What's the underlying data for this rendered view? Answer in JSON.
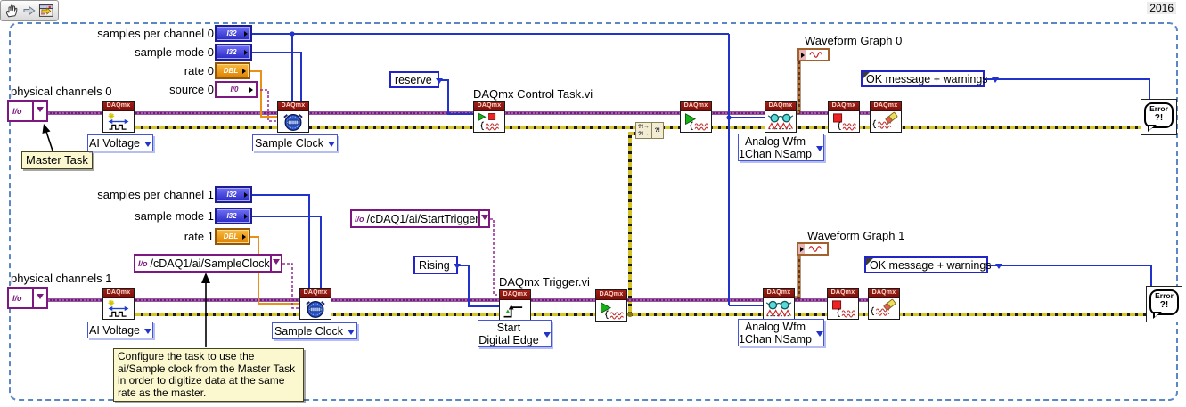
{
  "version_badge": "2016",
  "node_header_label": "DAQmx",
  "glyphs": {
    "io_control": "I/o"
  },
  "terminals": {
    "i32": "I32",
    "dbl": "DBL",
    "io": "I/0"
  },
  "labels": {
    "physical_channels_0": "physical channels 0",
    "physical_channels_1": "physical channels 1",
    "samples_per_channel_0": "samples per channel 0",
    "sample_mode_0": "sample mode 0",
    "rate_0": "rate 0",
    "source_0": "source 0",
    "samples_per_channel_1": "samples per channel 1",
    "sample_mode_1": "sample mode 1",
    "rate_1": "rate 1",
    "master_task": "Master Task",
    "control_task_vi": "DAQmx Control Task.vi",
    "trigger_vi": "DAQmx Trigger.vi",
    "waveform_graph_0": "Waveform Graph 0",
    "waveform_graph_1": "Waveform Graph 1",
    "comment": "Configure the task to use the ai/Sample clock from the Master Task in order to digitize data at the same rate as the master."
  },
  "dropdowns": {
    "ai_voltage": "AI Voltage",
    "sample_clock": "Sample Clock",
    "reserve": "reserve",
    "rising": "Rising",
    "analog_wfm_line1": "Analog Wfm",
    "analog_wfm_line2": "1Chan NSamp",
    "start_edge_line1": "Start",
    "start_edge_line2": "Digital Edge",
    "ok_message": "OK message + warnings"
  },
  "constants": {
    "sample_clock_source": "/cDAQ1/ai/SampleClock",
    "start_trigger_source": "/cDAQ1/ai/StartTrigger"
  },
  "merge_errors": {
    "input_symbol": "?!→",
    "output_symbol": "?!"
  },
  "error_handler": {
    "line1": "Error",
    "line2": "?!"
  },
  "colors": {
    "task_wire": "#6f1d78",
    "error_wire": "#d6c426",
    "i32_wire": "#2233cc",
    "dbl_wire": "#e89018",
    "io_name_wire": "#993399",
    "waveform_wire": "#6b3410",
    "node_header_bg": "#8e1511",
    "comment_bg": "#fbf8d0",
    "snippet_border": "#5b87c5"
  }
}
